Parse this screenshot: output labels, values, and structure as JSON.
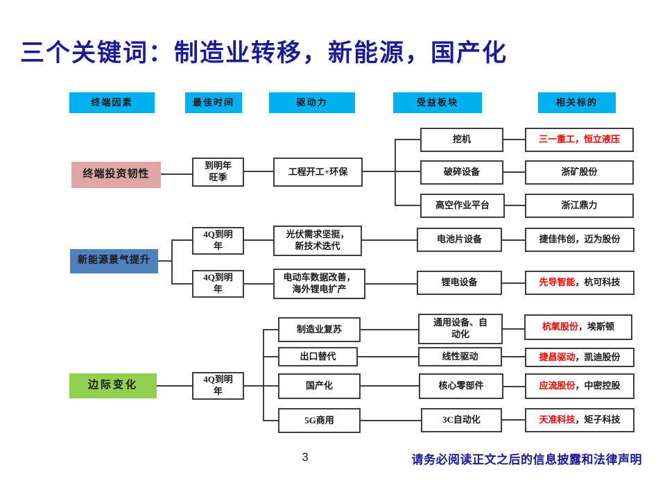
{
  "slide": {
    "title": "三个关键词：制造业转移，新能源，国产化",
    "page_number": "3",
    "disclaimer": "请务必阅读正文之后的信息披露和法律声明"
  },
  "colors": {
    "header_bg": "#00B0F0",
    "row1_category_bg": "#DFA7A6",
    "row2_category_bg": "#4F81BD",
    "row3_category_bg": "#92D050",
    "highlight_red": "#FF0000",
    "title_navy": "#1B1A99"
  },
  "header": {
    "columns": [
      {
        "label": "终端因素"
      },
      {
        "label": "最佳时间"
      },
      {
        "label": "驱动力"
      },
      {
        "label": "受益板块"
      },
      {
        "label": "相关标的"
      }
    ]
  },
  "row1": {
    "category": "终端投资韧性",
    "timing": [
      "到明年",
      "旺季"
    ],
    "driver": "工程开工+环保",
    "sectors": [
      "挖机",
      "破碎设备",
      "高空作业平台"
    ],
    "targets": [
      {
        "red": "三一重工，恒立液压",
        "rest": ""
      },
      {
        "red": "",
        "rest": "浙矿股份"
      },
      {
        "red": "",
        "rest": "浙江鼎力"
      }
    ]
  },
  "row2": {
    "category": "新能源景气提升",
    "branches": [
      {
        "timing": [
          "4Q到明",
          "年"
        ],
        "driver": [
          "光伏需求坚挺，",
          "新技术迭代"
        ],
        "sector": "电池片设备",
        "target": {
          "red": "",
          "rest": "捷佳伟创，迈为股份"
        }
      },
      {
        "timing": [
          "4Q到明",
          "年"
        ],
        "driver": [
          "电动车数据改善，",
          "海外锂电扩产"
        ],
        "sector": "锂电设备",
        "target": {
          "red": "先导智能",
          "rest": "，杭可科技"
        }
      }
    ]
  },
  "row3": {
    "category": "边际变化",
    "timing": [
      "4Q到明",
      "年"
    ],
    "branches": [
      {
        "driver": "制造业复苏",
        "sector": [
          "通用设备、自",
          "动化"
        ],
        "target": {
          "red": "杭氧股份",
          "rest": "，埃斯顿"
        }
      },
      {
        "driver": "出口替代",
        "sector": [
          "线性驱动",
          ""
        ],
        "target": {
          "red": "捷昌驱动",
          "rest": "，凯迪股份"
        }
      },
      {
        "driver": "国产化",
        "sector": [
          "核心零部件",
          ""
        ],
        "target": {
          "red": "应流股份",
          "rest": "，中密控股"
        }
      },
      {
        "driver": "5G商用",
        "sector": [
          "3C自动化",
          ""
        ],
        "target": {
          "red": "天准科技",
          "rest": "，矩子科技"
        }
      }
    ]
  }
}
